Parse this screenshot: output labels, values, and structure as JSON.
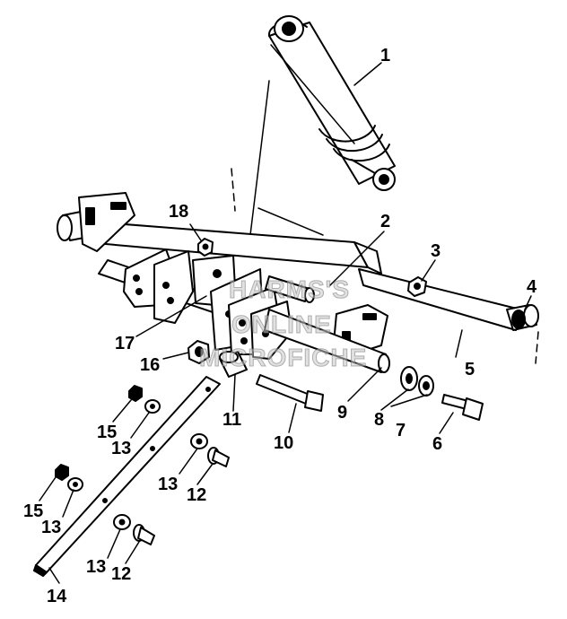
{
  "callouts": [
    {
      "id": "c1",
      "label": "1"
    },
    {
      "id": "c2",
      "label": "2"
    },
    {
      "id": "c3",
      "label": "3"
    },
    {
      "id": "c4",
      "label": "4"
    },
    {
      "id": "c5",
      "label": "5"
    },
    {
      "id": "c6",
      "label": "6"
    },
    {
      "id": "c7",
      "label": "7"
    },
    {
      "id": "c8",
      "label": "8"
    },
    {
      "id": "c9",
      "label": "9"
    },
    {
      "id": "c10",
      "label": "10"
    },
    {
      "id": "c11",
      "label": "11"
    },
    {
      "id": "c12a",
      "label": "12"
    },
    {
      "id": "c12b",
      "label": "12"
    },
    {
      "id": "c13a",
      "label": "13"
    },
    {
      "id": "c13b",
      "label": "13"
    },
    {
      "id": "c13c",
      "label": "13"
    },
    {
      "id": "c13d",
      "label": "13"
    },
    {
      "id": "c14",
      "label": "14"
    },
    {
      "id": "c15a",
      "label": "15"
    },
    {
      "id": "c15b",
      "label": "15"
    },
    {
      "id": "c16",
      "label": "16"
    },
    {
      "id": "c17",
      "label": "17"
    },
    {
      "id": "c18",
      "label": "18"
    }
  ],
  "watermark": {
    "line1": "HARMS'S",
    "line2": "ONLINE",
    "line3": "MICROFICHE"
  },
  "colors": {
    "ink": "#000000",
    "paper": "#ffffff"
  }
}
